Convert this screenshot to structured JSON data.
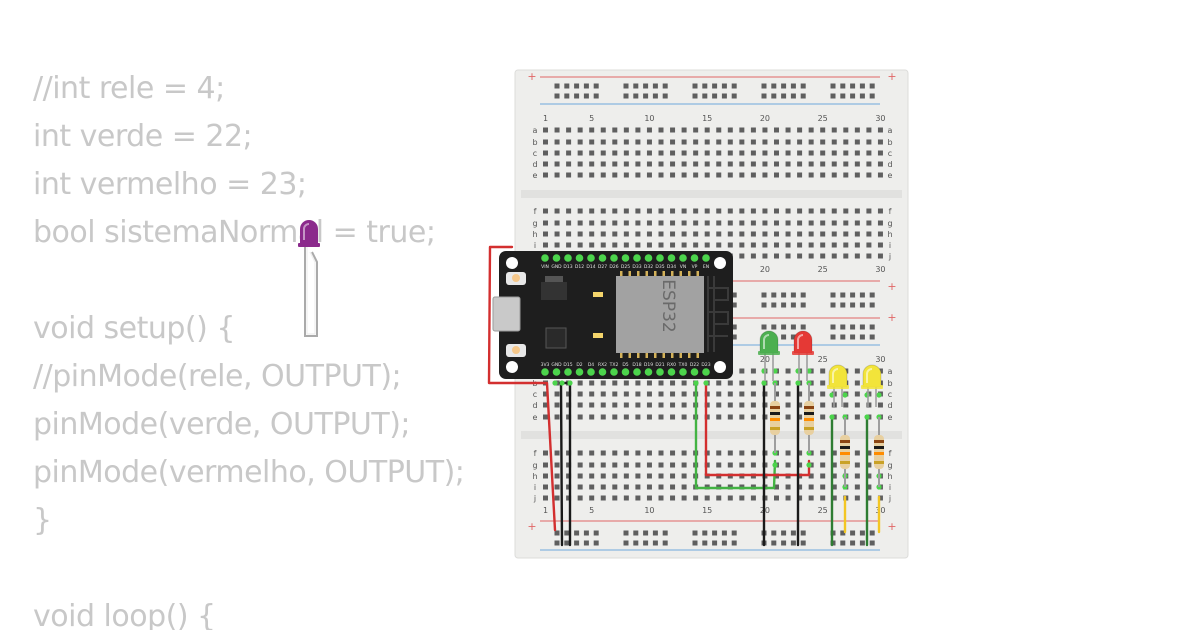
{
  "code": {
    "lines": [
      "//int rele = 4;",
      "int verde = 22;",
      "int vermelho = 23;",
      "bool sistemaNormal = true;",
      "",
      "void setup() {",
      "//pinMode(rele, OUTPUT);",
      "pinMode(verde, OUTPUT);",
      "pinMode(vermelho, OUTPUT);",
      "}",
      "",
      "void loop() {"
    ]
  },
  "breadboard": {
    "row_labels": [
      "a",
      "b",
      "c",
      "d",
      "e",
      "f",
      "g",
      "h",
      "i",
      "j"
    ],
    "column_numbers": [
      "1",
      "5",
      "10",
      "15",
      "20",
      "25",
      "30"
    ],
    "plus_sign": "+",
    "colors": {
      "body": "#eeeeec",
      "rail_red": "#e06666",
      "rail_blue": "#6fa8dc",
      "hole": "#5f5f5f"
    }
  },
  "esp32": {
    "chip_label": "ESP32",
    "top_pins": [
      "VIN",
      "GND",
      "D13",
      "D12",
      "D14",
      "D27",
      "D26",
      "D25",
      "D33",
      "D32",
      "D35",
      "D34",
      "VN",
      "VP",
      "EN"
    ],
    "bottom_pins": [
      "3V3",
      "GND",
      "D15",
      "D2",
      "D4",
      "RX2",
      "TX2",
      "D5",
      "D18",
      "D19",
      "D21",
      "RX0",
      "TX0",
      "D22",
      "D23"
    ],
    "colors": {
      "board": "#1e1e1e",
      "shield": "#a2a2a2",
      "pin_green": "#4cd44c"
    }
  },
  "components": {
    "leds": [
      {
        "name": "purple-led",
        "color": "#8b2a8c"
      },
      {
        "name": "green-led",
        "color": "#4caf50"
      },
      {
        "name": "red-led",
        "color": "#e53935"
      },
      {
        "name": "yellow-led-1",
        "color": "#f2e43a"
      },
      {
        "name": "yellow-led-2",
        "color": "#f2e43a"
      }
    ],
    "wire_colors": {
      "red": "#d32f2f",
      "black": "#1a1a1a",
      "green": "#43b343",
      "yellow": "#f3c623",
      "dark_green": "#2e7d32"
    }
  }
}
